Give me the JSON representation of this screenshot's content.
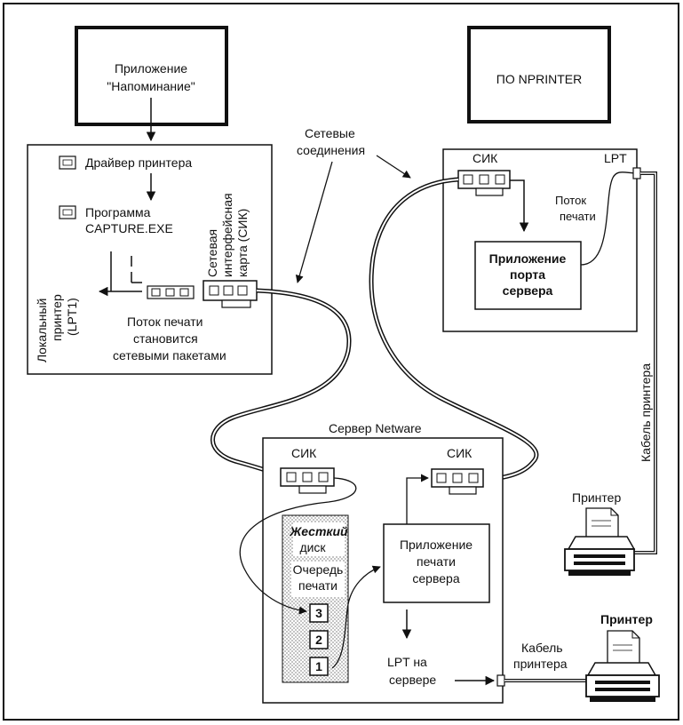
{
  "diagram": {
    "app_box": {
      "line1": "Приложение",
      "line2": "\"Напоминание\""
    },
    "nprinter_box": {
      "label": "ПО NPRINTER"
    },
    "workstation": {
      "driver": "Драйвер принтера",
      "capture_line1": "Программа",
      "capture_line2": "CAPTURE.EXE",
      "nic_line1": "Сетевая",
      "nic_line2": "интерфейсная",
      "nic_line3": "карта (СИК)",
      "local_line1": "Локальный",
      "local_line2": "принтер",
      "local_line3": "(LPT1)",
      "flow_line1": "Поток печати",
      "flow_line2": "становится",
      "flow_line3": "сетевыми пакетами"
    },
    "network_connections": {
      "line1": "Сетевые",
      "line2": "соединения"
    },
    "print_station": {
      "nic": "СИК",
      "lpt": "LPT",
      "stream_line1": "Поток",
      "stream_line2": "печати",
      "app_line1": "Приложение",
      "app_line2": "порта",
      "app_line3": "сервера"
    },
    "printer_cable_vertical": "Кабель принтера",
    "server": {
      "title": "Сервер Netware",
      "nic_left": "СИК",
      "nic_right": "СИК",
      "disk_line1": "Жесткий",
      "disk_line2": "диск",
      "queue_line1": "Очередь",
      "queue_line2": "печати",
      "queue_items": [
        "3",
        "2",
        "1"
      ],
      "app_line1": "Приложение",
      "app_line2": "печати",
      "app_line3": "сервера",
      "lpt_line1": "LPT на",
      "lpt_line2": "сервере"
    },
    "printer_top": "Принтер",
    "printer_bottom": "Принтер",
    "cable_bottom": {
      "line1": "Кабель",
      "line2": "принтера"
    }
  }
}
